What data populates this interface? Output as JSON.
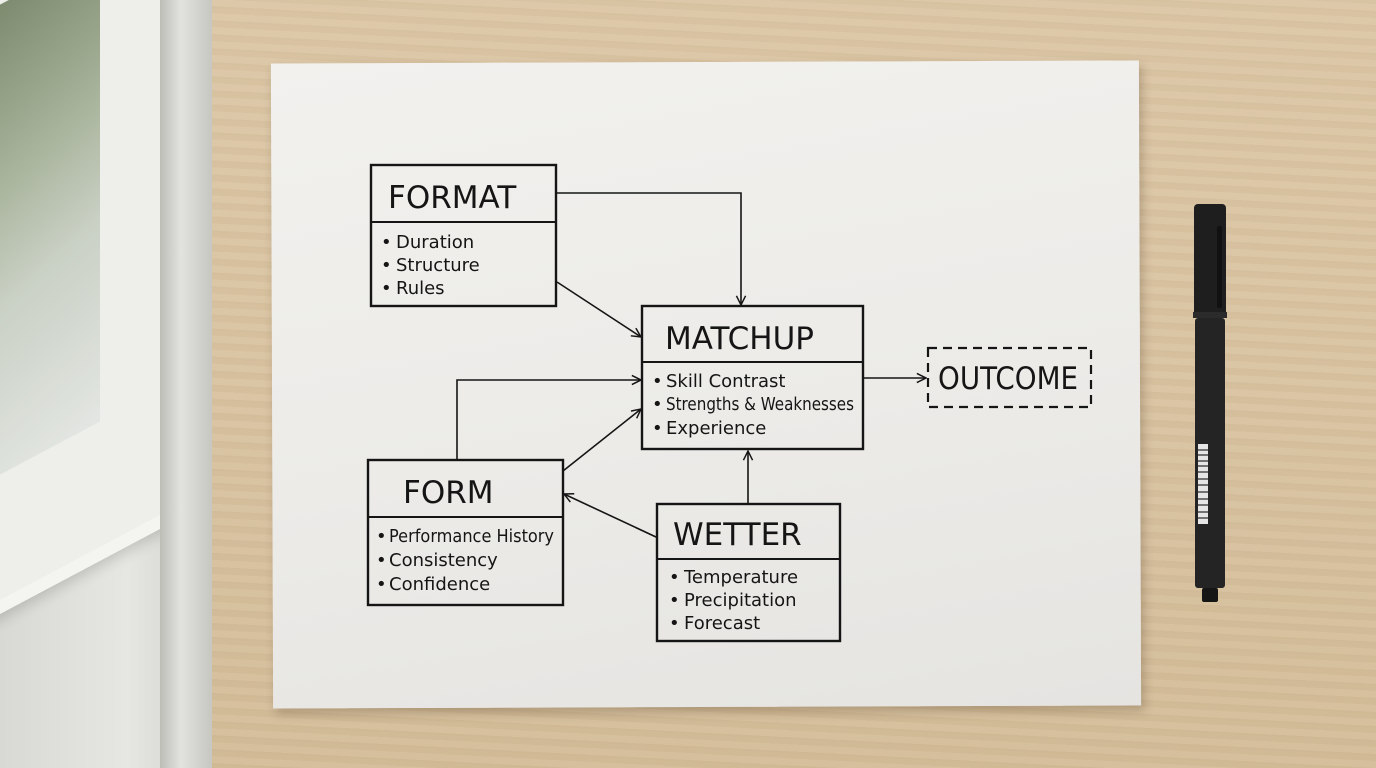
{
  "diagram": {
    "nodes": [
      {
        "id": "format",
        "title": "FORMAT",
        "items": [
          "Duration",
          "Structure",
          "Rules"
        ]
      },
      {
        "id": "matchup",
        "title": "MATCHUP",
        "items": [
          "Skill Contrast",
          "Strengths & Weaknesses",
          "Experience"
        ]
      },
      {
        "id": "form",
        "title": "FORM",
        "items": [
          "Performance History",
          "Consistency",
          "Confidence"
        ]
      },
      {
        "id": "wetter",
        "title": "WETTER",
        "items": [
          "Temperature",
          "Precipitation",
          "Forecast"
        ]
      },
      {
        "id": "outcome",
        "title": "OUTCOME",
        "style": "dashed"
      }
    ],
    "edges": [
      {
        "from": "format",
        "to": "matchup"
      },
      {
        "from": "format",
        "to": "matchup"
      },
      {
        "from": "form",
        "to": "matchup"
      },
      {
        "from": "form",
        "to": "matchup"
      },
      {
        "from": "wetter",
        "to": "matchup"
      },
      {
        "from": "wetter",
        "to": "form"
      },
      {
        "from": "matchup",
        "to": "outcome"
      }
    ],
    "ink_color": "#151515",
    "paper_color": "#efeeeb"
  }
}
